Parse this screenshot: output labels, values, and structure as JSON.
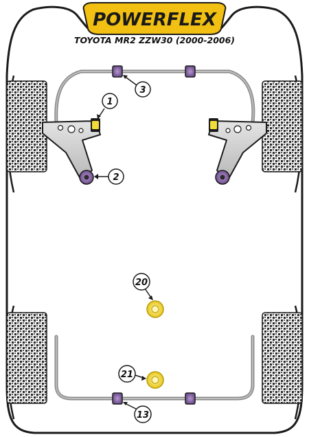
{
  "brand": {
    "logo_text": "POWERFLEX",
    "accent_color": "#f2c012",
    "outline_color": "#1a1a1a"
  },
  "vehicle": {
    "title": "TOYOTA MR2 ZZW30 (2000-2006)"
  },
  "bushing_colors": {
    "purple": "#8b6aa8",
    "yellow": "#f2dc3a",
    "black": "#1a1a1a"
  },
  "callouts": {
    "c1": "1",
    "c2": "2",
    "c3": "3",
    "c20": "20",
    "c21": "21",
    "c13": "13"
  },
  "icons": [
    "tire-icon",
    "anti-roll-bar",
    "control-arm",
    "bushing-icon",
    "mount-bushing-icon"
  ]
}
